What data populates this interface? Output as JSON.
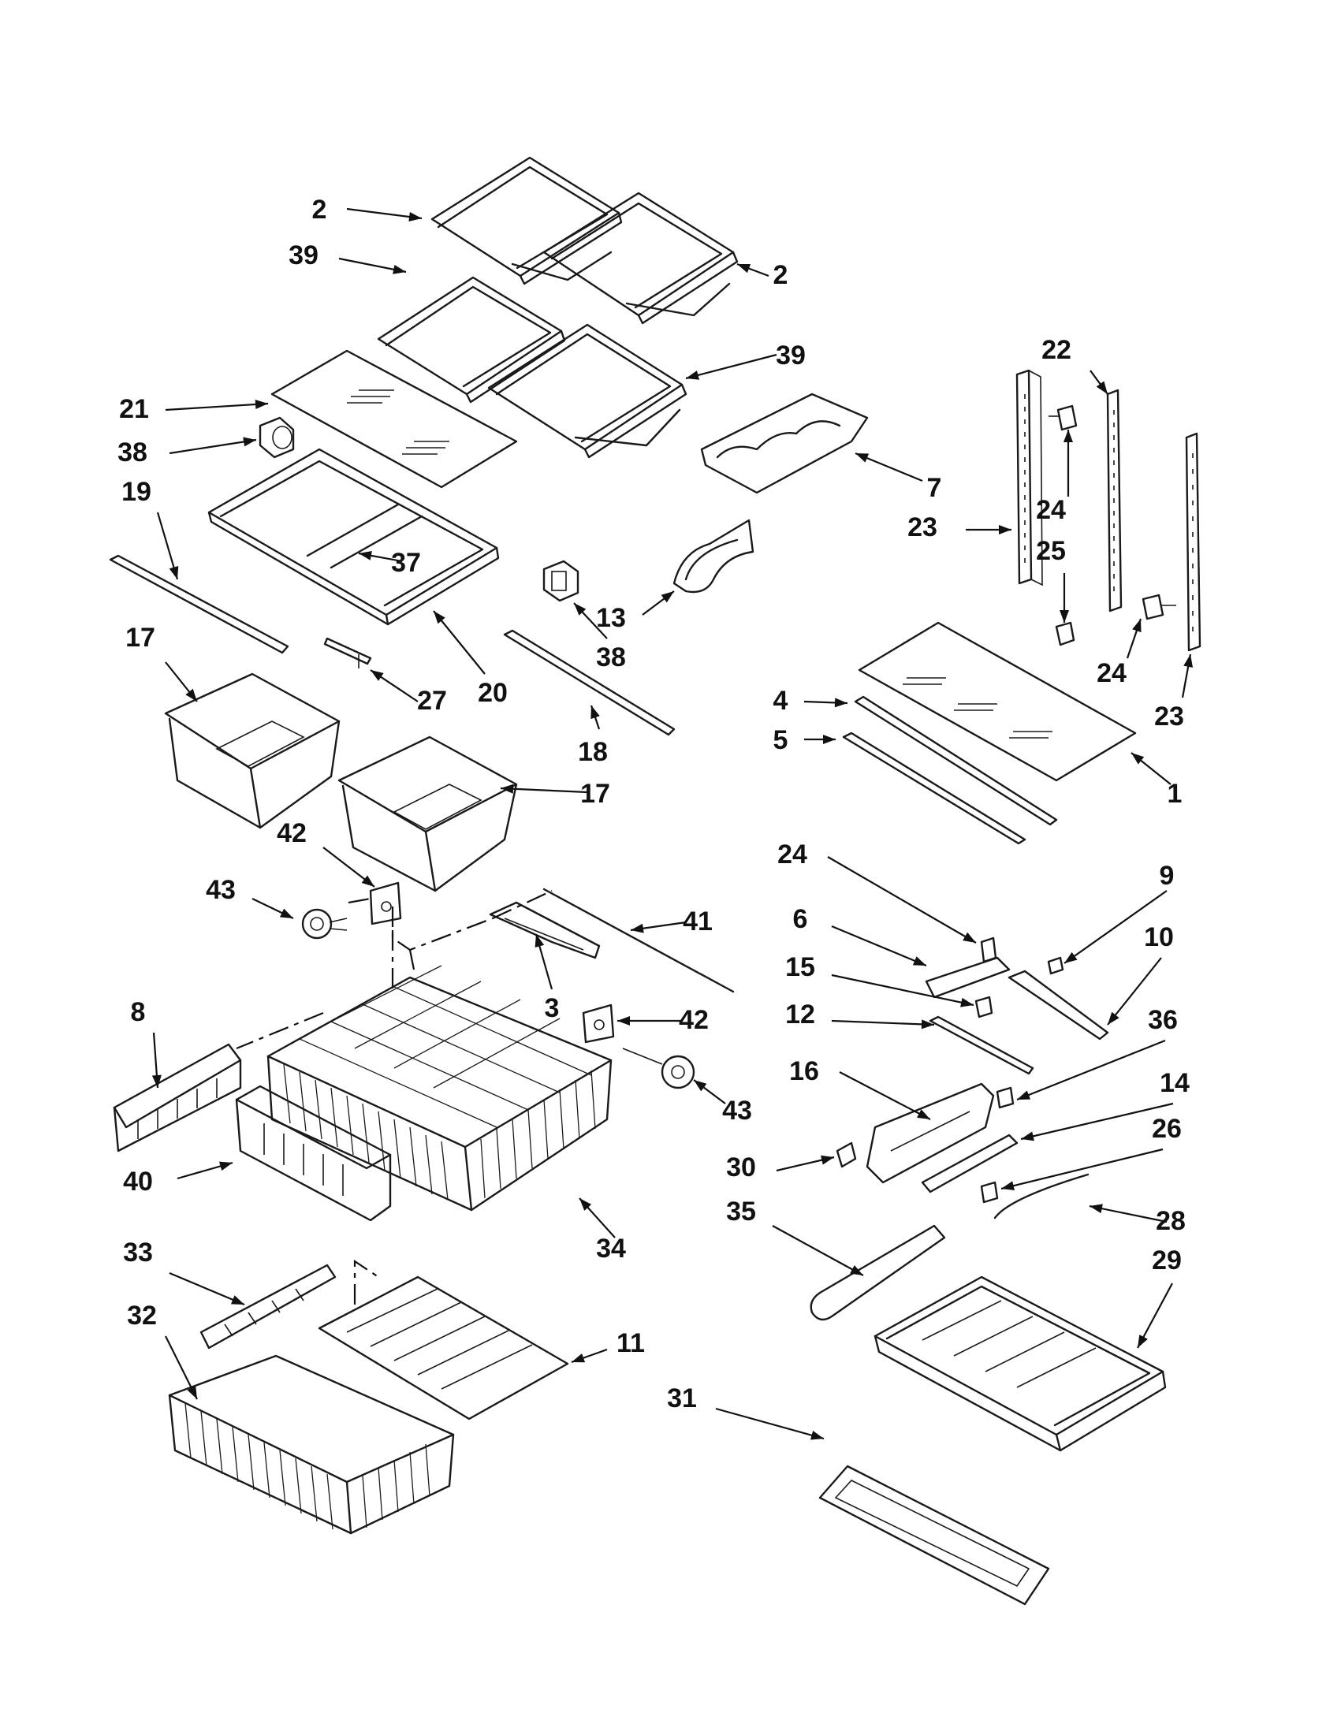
{
  "diagram": {
    "type": "exploded-parts-diagram",
    "colors": {
      "line": "#1a1a1a",
      "background": "#ffffff"
    },
    "callouts": [
      {
        "id": "c2a",
        "text": "2"
      },
      {
        "id": "c39a",
        "text": "39"
      },
      {
        "id": "c2b",
        "text": "2"
      },
      {
        "id": "c39b",
        "text": "39"
      },
      {
        "id": "c21",
        "text": "21"
      },
      {
        "id": "c38a",
        "text": "38"
      },
      {
        "id": "c19",
        "text": "19"
      },
      {
        "id": "c37",
        "text": "37"
      },
      {
        "id": "c13",
        "text": "13"
      },
      {
        "id": "c38b",
        "text": "38"
      },
      {
        "id": "c7",
        "text": "7"
      },
      {
        "id": "c22",
        "text": "22"
      },
      {
        "id": "c23a",
        "text": "23"
      },
      {
        "id": "c24a",
        "text": "24"
      },
      {
        "id": "c25",
        "text": "25"
      },
      {
        "id": "c24b",
        "text": "24"
      },
      {
        "id": "c23b",
        "text": "23"
      },
      {
        "id": "c17a",
        "text": "17"
      },
      {
        "id": "c27",
        "text": "27"
      },
      {
        "id": "c20",
        "text": "20"
      },
      {
        "id": "c18",
        "text": "18"
      },
      {
        "id": "c17b",
        "text": "17"
      },
      {
        "id": "c4",
        "text": "4"
      },
      {
        "id": "c5",
        "text": "5"
      },
      {
        "id": "c1",
        "text": "1"
      },
      {
        "id": "c42a",
        "text": "42"
      },
      {
        "id": "c43a",
        "text": "43"
      },
      {
        "id": "c41",
        "text": "41"
      },
      {
        "id": "c3",
        "text": "3"
      },
      {
        "id": "c42b",
        "text": "42"
      },
      {
        "id": "c43b",
        "text": "43"
      },
      {
        "id": "c8",
        "text": "8"
      },
      {
        "id": "c40",
        "text": "40"
      },
      {
        "id": "c34",
        "text": "34"
      },
      {
        "id": "c24c",
        "text": "24"
      },
      {
        "id": "c9",
        "text": "9"
      },
      {
        "id": "c6",
        "text": "6"
      },
      {
        "id": "c10",
        "text": "10"
      },
      {
        "id": "c15",
        "text": "15"
      },
      {
        "id": "c12",
        "text": "12"
      },
      {
        "id": "c36",
        "text": "36"
      },
      {
        "id": "c16",
        "text": "16"
      },
      {
        "id": "c14",
        "text": "14"
      },
      {
        "id": "c26",
        "text": "26"
      },
      {
        "id": "c30",
        "text": "30"
      },
      {
        "id": "c28",
        "text": "28"
      },
      {
        "id": "c35",
        "text": "35"
      },
      {
        "id": "c29",
        "text": "29"
      },
      {
        "id": "c33",
        "text": "33"
      },
      {
        "id": "c32",
        "text": "32"
      },
      {
        "id": "c11",
        "text": "11"
      },
      {
        "id": "c31",
        "text": "31"
      }
    ]
  }
}
